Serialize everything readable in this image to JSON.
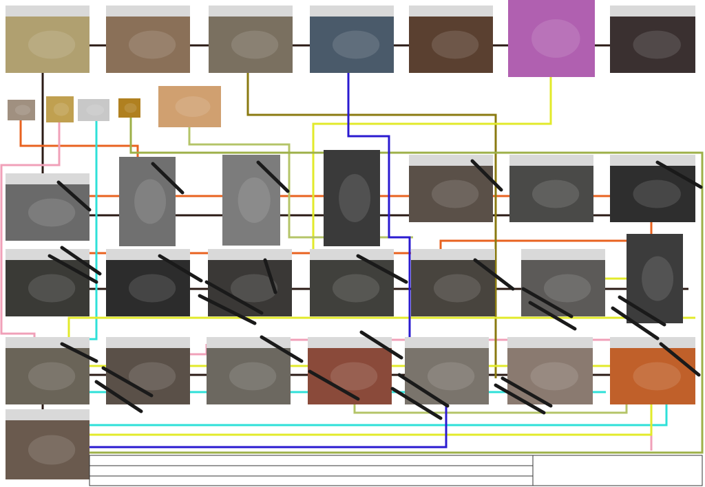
{
  "colors": {
    "black": "#2a1a14",
    "brown": "#6b3a2a",
    "orange": "#e8621f",
    "pink": "#f0a0b8",
    "cyan": "#2ee0d8",
    "olive": "#8a7a10",
    "yellow": "#e2ea2a",
    "lightgreen": "#b4c468",
    "sage": "#9db048",
    "blue": "#2a1ad0"
  },
  "photos": [
    {
      "name": "photo-ink-jars",
      "fill": "#b0a070"
    },
    {
      "name": "photo-ink-mixing",
      "fill": "#8a7058"
    },
    {
      "name": "photo-ink-roller",
      "fill": "#7a7060"
    },
    {
      "name": "photo-ink-bottles",
      "fill": "#4a5a6a"
    },
    {
      "name": "photo-pigment-swatches",
      "fill": "#5a4030"
    },
    {
      "name": "photo-pigment-powders",
      "fill": "#b060b0"
    },
    {
      "name": "photo-color-palette",
      "fill": "#3a3030"
    },
    {
      "name": "photo-white-powder",
      "fill": "#a09080"
    },
    {
      "name": "photo-foil-roll",
      "fill": "#c0a050"
    },
    {
      "name": "photo-silver-sheet",
      "fill": "#c8c8c8"
    },
    {
      "name": "photo-gold-leaf",
      "fill": "#b08020"
    },
    {
      "name": "photo-eggshells",
      "fill": "#d0a070"
    },
    {
      "name": "photo-sketch-step",
      "fill": "#6a6a6a"
    },
    {
      "name": "photo-panel-grey-1",
      "fill": "#707070"
    },
    {
      "name": "photo-panel-grey-2",
      "fill": "#7c7c7c"
    },
    {
      "name": "photo-panel-dark",
      "fill": "#3a3a3a"
    },
    {
      "name": "photo-artist-board",
      "fill": "#5a5048"
    },
    {
      "name": "photo-drawing-outline",
      "fill": "#4a4a48"
    },
    {
      "name": "photo-cutting-board",
      "fill": "#2e2e2e"
    },
    {
      "name": "photo-board-lines",
      "fill": "#3a3a36"
    },
    {
      "name": "photo-board-blank",
      "fill": "#2c2c2c"
    },
    {
      "name": "photo-brush-work",
      "fill": "#3a3836"
    },
    {
      "name": "photo-scraping",
      "fill": "#40403c"
    },
    {
      "name": "photo-white-fill",
      "fill": "#48443e"
    },
    {
      "name": "photo-figure-detail",
      "fill": "#5c5a58"
    },
    {
      "name": "photo-figure-portrait",
      "fill": "#3c3c3c"
    },
    {
      "name": "photo-applying-inlay",
      "fill": "#6a6458"
    },
    {
      "name": "photo-orange-inlay",
      "fill": "#5a5048"
    },
    {
      "name": "photo-stencil-layout",
      "fill": "#6c6860"
    },
    {
      "name": "photo-red-black-panel",
      "fill": "#8a4a3a"
    },
    {
      "name": "photo-artist-table-1",
      "fill": "#7a746c"
    },
    {
      "name": "photo-artist-table-2",
      "fill": "#8a7a70"
    },
    {
      "name": "photo-finished-panel",
      "fill": "#c0602a"
    },
    {
      "name": "photo-final-step",
      "fill": "#6a5a4e"
    }
  ]
}
